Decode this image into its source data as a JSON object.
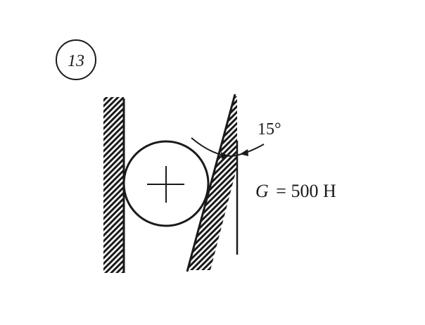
{
  "problem": {
    "number": "13"
  },
  "labels": {
    "angle": "15°",
    "force_symbol": "G",
    "force_value": "= 500 H"
  },
  "colors": {
    "ink": "#1a1a1a",
    "background": "#ffffff"
  }
}
